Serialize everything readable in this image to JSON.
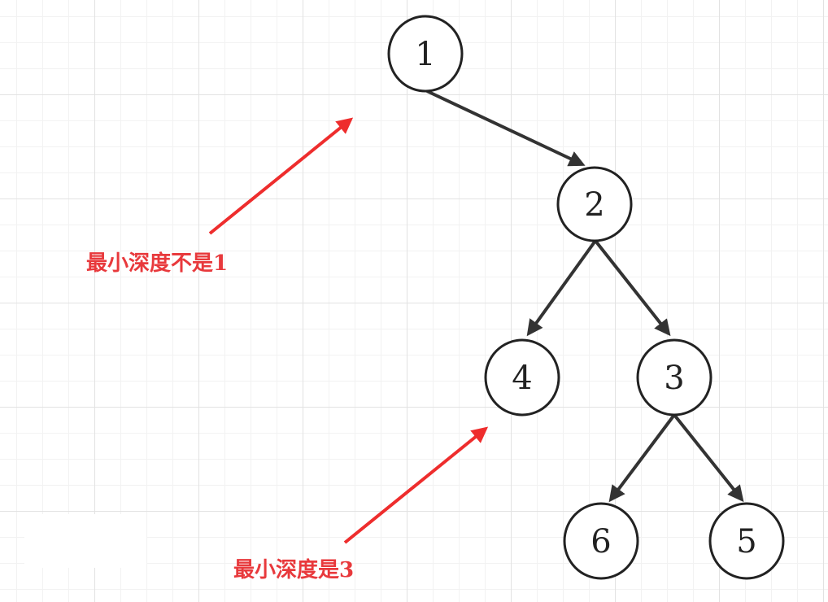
{
  "tree": {
    "nodes": [
      {
        "id": "n1",
        "label": "1"
      },
      {
        "id": "n2",
        "label": "2"
      },
      {
        "id": "n4",
        "label": "4"
      },
      {
        "id": "n3",
        "label": "3"
      },
      {
        "id": "n6",
        "label": "6"
      },
      {
        "id": "n5",
        "label": "5"
      }
    ],
    "edges": [
      {
        "from": "1",
        "to": "2"
      },
      {
        "from": "2",
        "to": "4"
      },
      {
        "from": "2",
        "to": "3"
      },
      {
        "from": "3",
        "to": "6"
      },
      {
        "from": "3",
        "to": "5"
      }
    ]
  },
  "annotations": {
    "note_1": "最小深度不是1",
    "note_2": "最小深度是3"
  },
  "colors": {
    "node_stroke": "#222222",
    "edge": "#333333",
    "annotation": "#e8393c",
    "grid": "#e2e2e2"
  }
}
